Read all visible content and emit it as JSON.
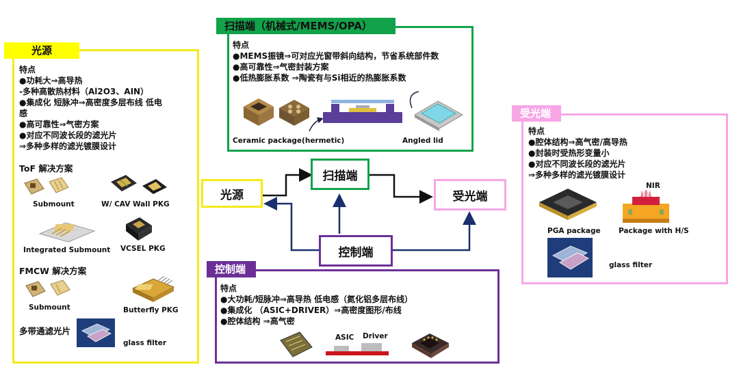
{
  "light_source": {
    "tag": "光源",
    "features_title": "特点",
    "features": [
      "●功耗大⇒高导热",
      " -多种高散热材料（Al2O3、AIN）",
      "●集成化 短脉冲⇒高密度多层布线  低电",
      "感",
      "●高可靠性⇒气密方案",
      "●对应不同波长段的滤光片",
      " ⇒多种多样的滤光镀膜设计"
    ],
    "tof_title": "ToF 解决方案",
    "tof_items": [
      "Submount",
      "W/ CAV Wall PKG",
      "Integrated Submount",
      "VCSEL PKG"
    ],
    "fmcw_title": "FMCW 解决方案",
    "fmcw_items": [
      "Submount",
      "Butterfly PKG"
    ],
    "filter_title": "多带通滤光片",
    "filter_item": "glass filter"
  },
  "scanner": {
    "tag": "扫描端（机械式/MEMS/OPA）",
    "features_title": "特点",
    "features": [
      "●MEMS振镜⇒可对应光窗带斜向结构，节省系统部件数",
      "●高可靠性⇒气密封装方案",
      "●低热膨胀系数 ⇒陶瓷有与Si相近的热膨胀系数"
    ],
    "items": [
      "Ceramic package(hermetic)",
      "Angled lid"
    ]
  },
  "receiver": {
    "tag": "受光端",
    "features_title": "特点",
    "features": [
      "●腔体结构⇒高气密/高导热",
      "●封装时受热形变量小",
      "●对应不同波长段的滤光片",
      " ⇒多种多样的滤光镀膜设计"
    ],
    "nir": "NIR",
    "items": [
      "PGA   package",
      "Package with H/S",
      "glass filter"
    ]
  },
  "control": {
    "tag": "控制端",
    "features_title": "特点",
    "features": [
      "●大功耗/短脉冲⇒高导热 低电感（氮化铝多层布线）",
      "●集成化  （ASIC+DRIVER）⇒高密度图形/布线",
      "●腔体结构 ⇒高气密"
    ],
    "asic": "ASIC",
    "driver": "Driver"
  },
  "flow": {
    "light": "光源",
    "scan": "扫描端",
    "receive": "受光端",
    "control": "控制端"
  },
  "colors": {
    "yellow": "#f5ea1a",
    "green": "#12a24a",
    "pink": "#f7a6e6",
    "purple": "#6b2f96",
    "navy": "#1a2f6e"
  }
}
